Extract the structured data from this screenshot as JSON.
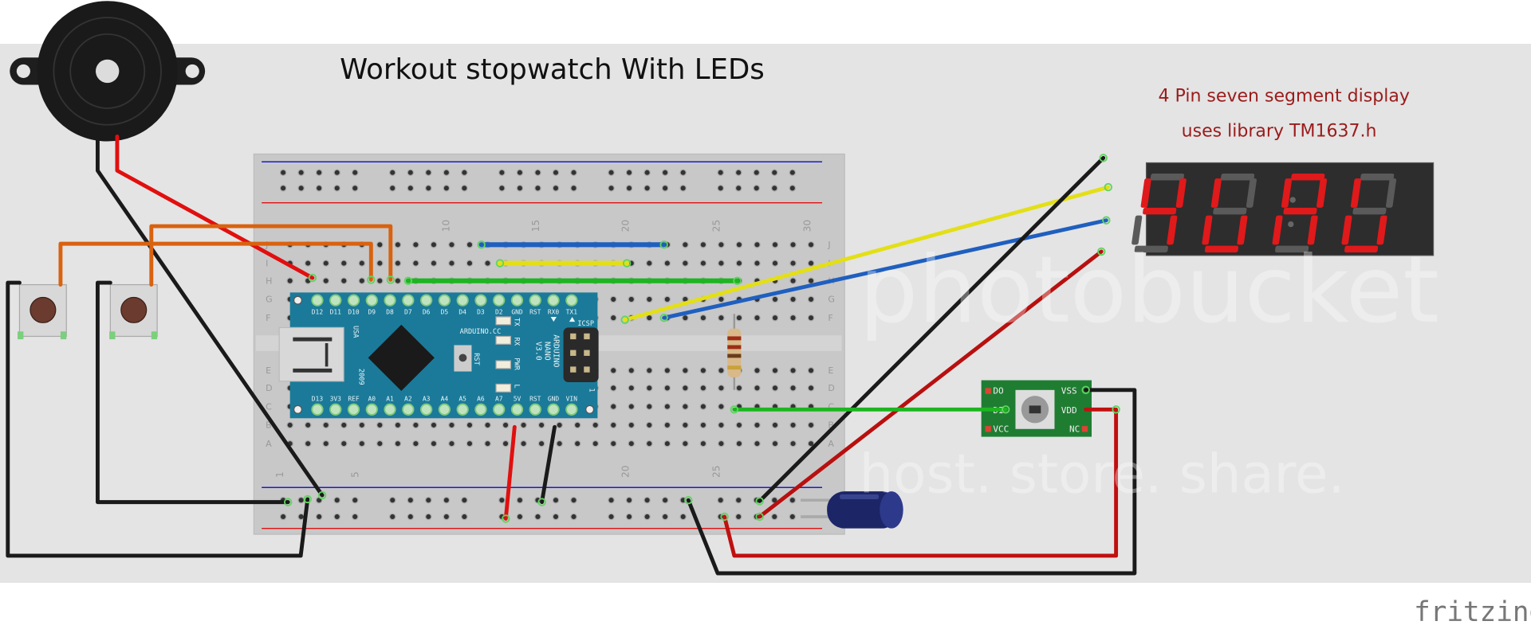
{
  "title": "Workout stopwatch With LEDs",
  "display_note": {
    "line1": "4 Pin seven segment display",
    "line2": "uses library TM1637.h",
    "text_color": "#9b1b1b"
  },
  "breadboard": {
    "column_numbers": [
      "1",
      "5",
      "10",
      "15",
      "20",
      "25",
      "30"
    ],
    "row_letters_top": [
      "J",
      "I",
      "H",
      "G",
      "F"
    ],
    "row_letters_bottom": [
      "E",
      "D",
      "C",
      "B",
      "A"
    ]
  },
  "arduino": {
    "top_pins": [
      "D12",
      "D11",
      "D10",
      "D9",
      "D8",
      "D7",
      "D6",
      "D5",
      "D4",
      "D3",
      "D2",
      "GND",
      "RST",
      "RX0",
      "TX1"
    ],
    "bottom_pins": [
      "D13",
      "3V3",
      "REF",
      "A0",
      "A1",
      "A2",
      "A3",
      "A4",
      "A5",
      "A6",
      "A7",
      "5V",
      "RST",
      "GND",
      "VIN"
    ],
    "site": "ARDUINO.CC",
    "reset_label": "RST",
    "leds": [
      "TX",
      "RX",
      "PWR",
      "L"
    ],
    "icsp": "ICSP",
    "icsp_pin1": "1",
    "name_line1": "ARDUINO",
    "name_line2": "NANO",
    "name_line3": "V3.0",
    "origin": "USA",
    "year": "2009",
    "board_color": "#1b7a99"
  },
  "led_module": {
    "left_pins": [
      "DO",
      "DI",
      "VCC"
    ],
    "right_pins": [
      "VSS",
      "VDD",
      "NC"
    ],
    "board_color": "#1f7d32"
  },
  "wire_colors": {
    "red": "#e10f0f",
    "black": "#1a1a1a",
    "orange": "#d9620f",
    "blue": "#1f5fbf",
    "yellow": "#e3df17",
    "green": "#1db520",
    "dark_red": "#b8100f"
  },
  "watermark": {
    "line1": "photobucket",
    "line2": "host. store. share."
  },
  "logo": "fritzing"
}
